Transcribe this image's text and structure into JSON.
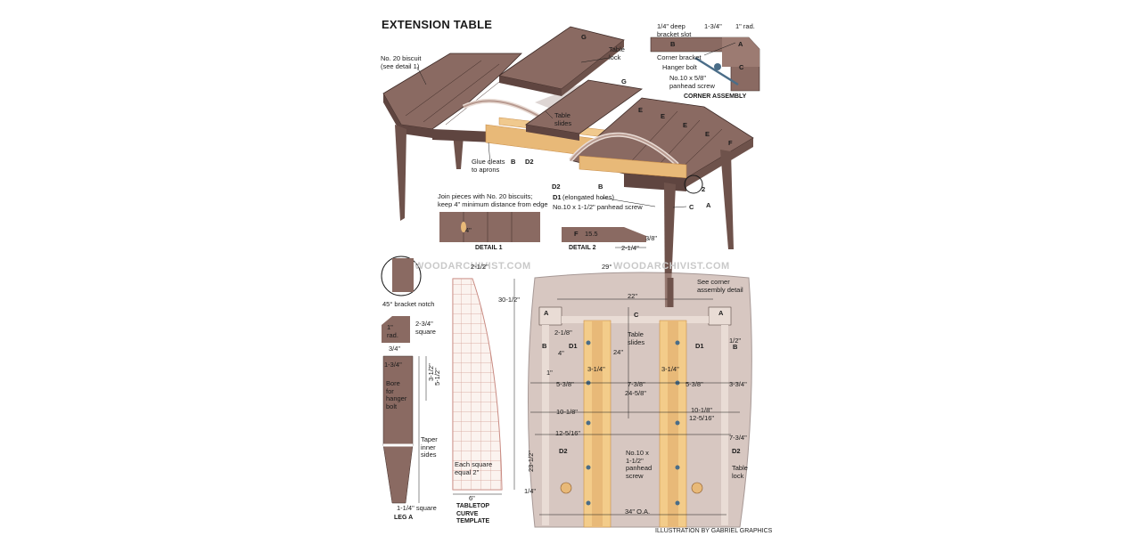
{
  "title": "EXTENSION TABLE",
  "credit": "ILLUSTRATION BY GABRIEL GRAPHICS",
  "watermark": "WOODARCHIVIST.COM",
  "colors": {
    "wood": "#8a6a62",
    "wood_dark": "#5f4540",
    "wood_light": "#b89a90",
    "slide": "#e8b978",
    "slide_dark": "#c98e4a",
    "paper": "#ffffff",
    "ink": "#1a1a1a",
    "grid": "#c07a72"
  },
  "exploded": {
    "biscuit": "No. 20 biscuit\n(see detail 1)",
    "table_lock": "Table\nlock",
    "table_slides": "Table\nslides",
    "glue_cleats": "Glue cleats\nto aprons",
    "d1_note": "(elongated holes)",
    "screw_note": "No.10 x 1-1/2\" panhead screw",
    "letters": [
      "G",
      "G",
      "E",
      "E",
      "E",
      "E",
      "F",
      "B",
      "D2",
      "D2",
      "B",
      "D1",
      "C",
      "A",
      "2"
    ]
  },
  "corner": {
    "slot": "1/4\" deep\nbracket slot",
    "dim": "1-3/4\"",
    "radius": "1\" rad.",
    "bracket": "Corner bracket",
    "bolt": "Hanger bolt",
    "screw": "No.10 x 5/8\"\npanhead screw",
    "caption": "CORNER ASSEMBLY",
    "letters": [
      "B",
      "A",
      "C"
    ]
  },
  "detail1": {
    "note": "Join pieces with No. 20 biscuits;\nkeep 4\" minimum distance from edge",
    "dim": "4\"",
    "caption": "DETAIL 1"
  },
  "detail2": {
    "f": "F",
    "dim1": "15.5",
    "dim2": "2-1/4\"",
    "dim3": "3/8\"",
    "caption": "DETAIL 2"
  },
  "leg": {
    "notch": "45° bracket notch",
    "rad": "1\"\nrad.",
    "square": "2-3/4\"\nsquare",
    "w": "3/4\"",
    "dim1": "1-3/4\"",
    "bore": "Bore\nfor\nhanger\nbolt",
    "dim2": "3-1/2\"",
    "dim3": "5-1/2\"",
    "taper": "Taper\ninner\nsides",
    "bottom": "1-1/4\" square",
    "caption": "LEG A"
  },
  "template": {
    "top": "2-1/2\"",
    "height": "30-1/2\"",
    "note": "Each square\nequal 2\"",
    "width": "6\"",
    "caption": "TABLETOP\nCURVE\nTEMPLATE"
  },
  "plan": {
    "angle": "29°",
    "w22": "22\"",
    "see": "See corner\nassembly detail",
    "c": "C",
    "slides": "Table\nslides",
    "d24": "24\"",
    "a": "A",
    "d1": "D1",
    "b": "B",
    "d218": "2-1/8\"",
    "d4": "4\"",
    "d1in": "1\"",
    "d12": "1/2\"",
    "d314a": "3-1/4\"",
    "d314b": "3-1/4\"",
    "d538a": "5-3/8\"",
    "d738": "7-3/8\"",
    "d538b": "5-3/8\"",
    "d334": "3-3/4\"",
    "d2458": "24-5/8\"",
    "d1018a": "10-1/8\"",
    "d1018b": "10-1/8\"",
    "d12516a": "12-5/16\"",
    "d12516b": "12-5/16\"",
    "d734": "7-3/4\"",
    "d2312": "23-1/2\"",
    "d2": "D2",
    "screw": "No.10 x\n1-1/2\"\npanhead\nscrew",
    "lock": "Table\nlock",
    "d14": "1/4\"",
    "oa": "34\" O.A."
  }
}
